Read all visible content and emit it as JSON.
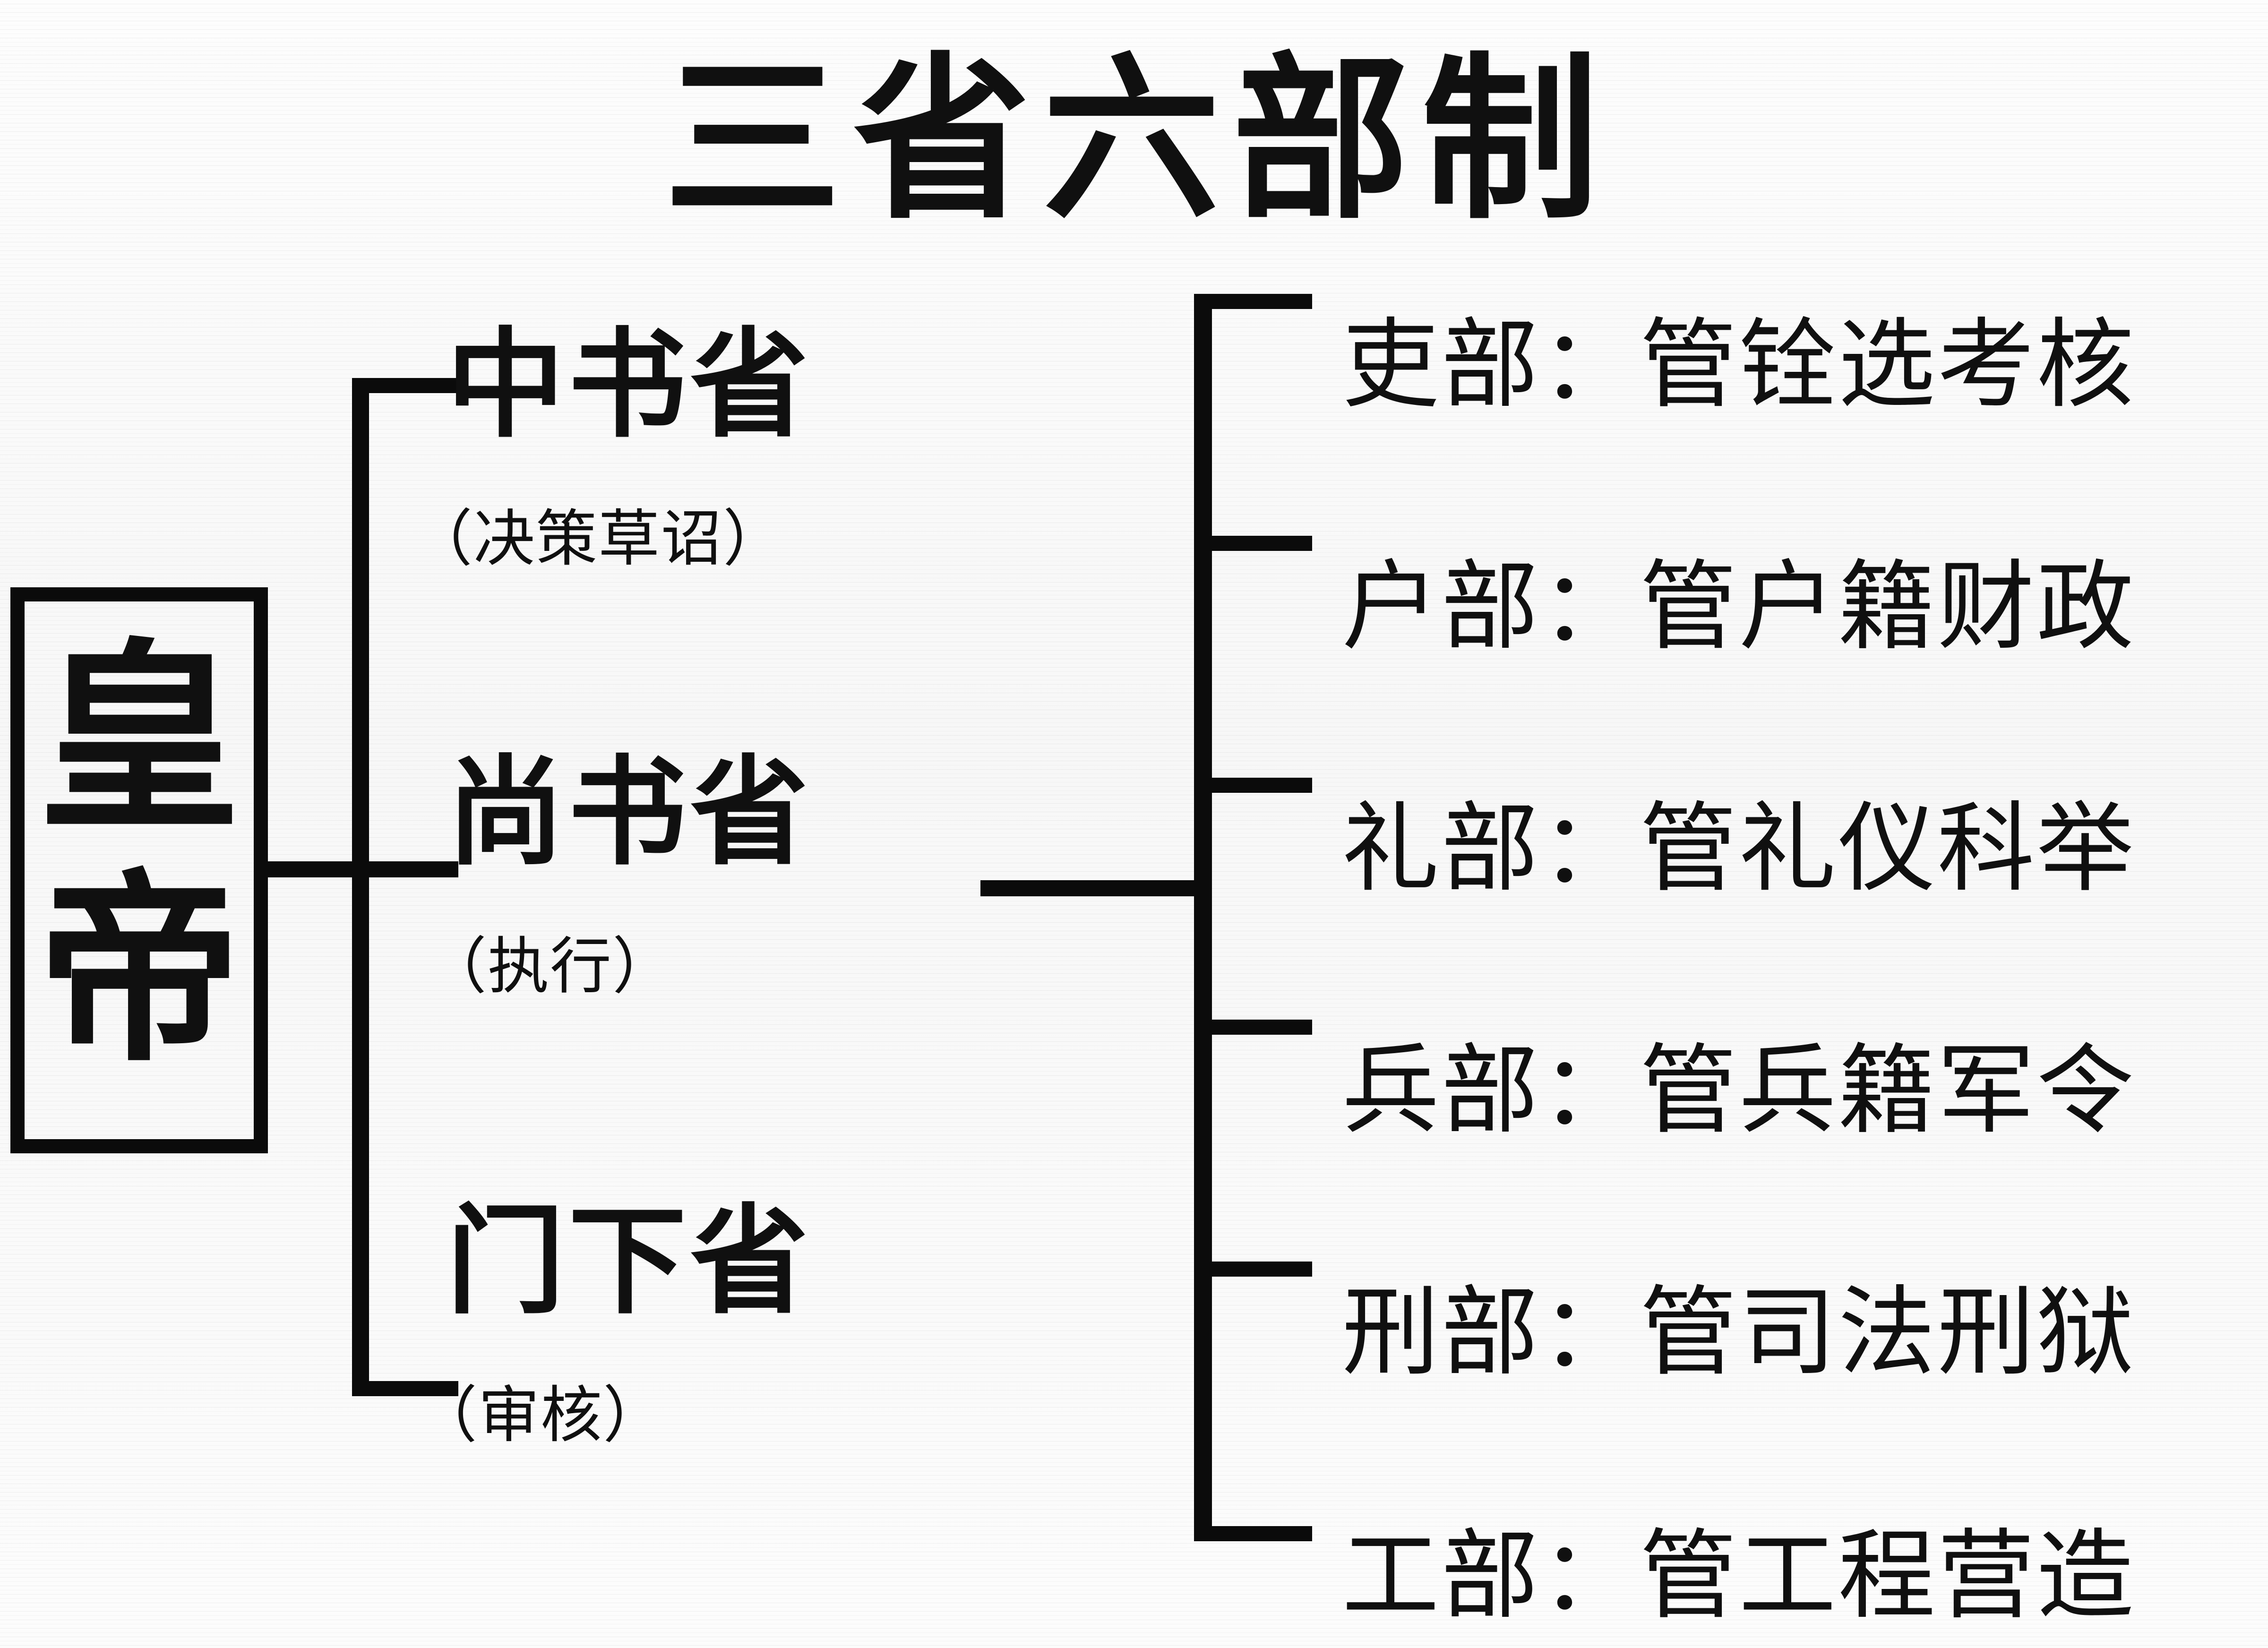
{
  "title": "三省六部制",
  "emperor": {
    "label": "皇帝",
    "chars": [
      "皇",
      "帝"
    ]
  },
  "departments": [
    {
      "name": "中书省",
      "sub": "（决策草诏）"
    },
    {
      "name": "尚书省",
      "sub": "（执行）"
    },
    {
      "name": "门下省",
      "sub": "（审核）"
    }
  ],
  "ministries": [
    {
      "text": "吏部：管铨选考核"
    },
    {
      "text": "户部：管户籍财政"
    },
    {
      "text": "礼部：管礼仪科举"
    },
    {
      "text": "兵部：管兵籍军令"
    },
    {
      "text": "刑部：管司法刑狱"
    },
    {
      "text": "工部：管工程营造"
    }
  ],
  "colors": {
    "ink": "#0b0b0b",
    "text": "#101010",
    "background": "#fbfbfb"
  }
}
